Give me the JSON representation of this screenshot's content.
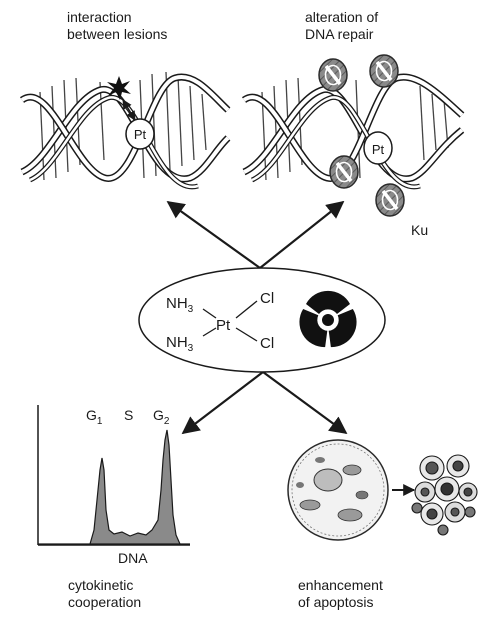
{
  "labels": {
    "top_left": [
      "interaction",
      "between lesions"
    ],
    "top_right": [
      "alteration of",
      "DNA repair"
    ],
    "ku": "Ku",
    "pt_left": "Pt",
    "pt_right": "Pt",
    "bottom_left": [
      "cytokinetic",
      "cooperation"
    ],
    "bottom_right": [
      "enhancement",
      "of apoptosis"
    ],
    "dna_axis": "DNA"
  },
  "molecule": {
    "nh3_top": "NH",
    "nh3_bottom": "NH",
    "subscript": "3",
    "center": "Pt",
    "cl_top": "Cl",
    "cl_bottom": "Cl"
  },
  "histogram_peaks": {
    "g1_letter": "G",
    "g1_sub": "1",
    "s": "S",
    "g2_letter": "G",
    "g2_sub": "2"
  },
  "icons": {
    "radiation": "radiation-icon",
    "ku_protein": "ku-protein-icon",
    "lesion": "lesion-star-icon"
  },
  "colors": {
    "ink": "#1a1a1a",
    "ku_fill": "#7a7a7a",
    "histogram_fill": "#8a8a8a"
  }
}
